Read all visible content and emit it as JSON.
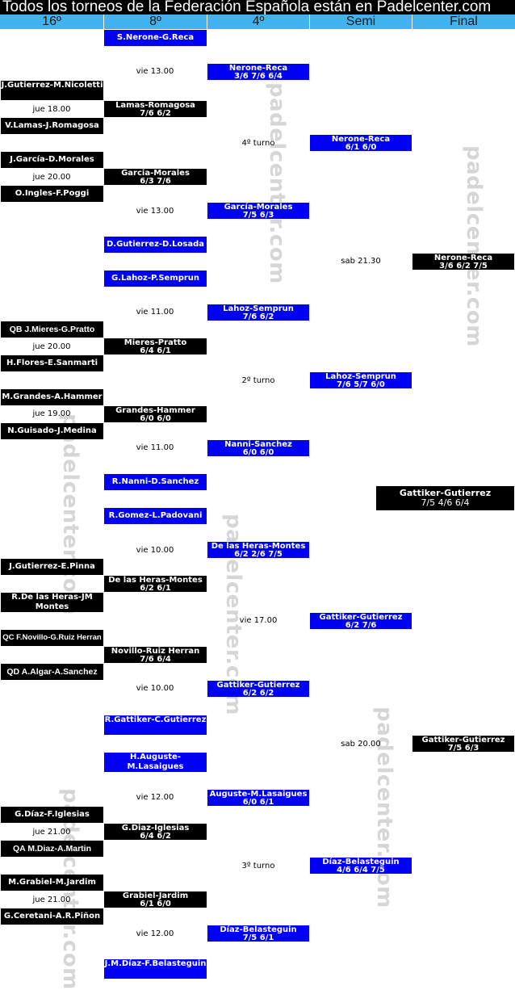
{
  "banner": {
    "text": "Todos los torneos de la Federación Española están en Padelcenter.com"
  },
  "columns": [
    "16º",
    "8º",
    "4º",
    "Semi",
    "Final"
  ],
  "watermark": "padelcenter.com",
  "colors": {
    "seeded_box": "#0000f4",
    "played_box": "#000000",
    "header_bg": "#41b3f0"
  },
  "bracket": {
    "round_of_16": {
      "teams": [
        "J.Gutierrez-M.Nicoletti",
        "V.Lamas-J.Romagosa",
        "J.García-D.Morales",
        "O.Ingles-F.Poggi",
        "QB J.Mieres-G.Pratto",
        "H.Flores-E.Sanmarti",
        "M.Grandes-A.Hammer",
        "N.Guisado-J.Medina",
        "J.Gutierrez-E.Pinna",
        "R.De las Heras-JM Montes",
        "QC F.Novillo-G.Ruiz Herran",
        "QD A.Algar-A.Sanchez",
        "G.Díaz-F.Iglesias",
        "QA M.Diaz-A.Martin",
        "M.Grabiel-M.Jardim",
        "G.Ceretani-A.R.Piñon"
      ],
      "times": [
        "jue 18.00",
        "jue 20.00",
        "jue 20.00",
        "jue 19.00",
        "jue 21.00",
        "jue 21.00"
      ]
    },
    "round_of_8": {
      "seeded_teams": [
        "S.Nerone-G.Reca",
        "D.Gutierrez-D.Losada",
        "G.Lahoz-P.Semprun",
        "R.Nanni-D.Sanchez",
        "R.Gomez-L.Padovani",
        "R.Gattiker-C.Gutierrez",
        "H.Auguste-M.Lasaigues",
        "J.M.Díaz-F.Belasteguin"
      ],
      "results": [
        {
          "name": "Lamas-Romagosa",
          "score": "7/6 6/2"
        },
        {
          "name": "Garcia-Morales",
          "score": "6/3 7/6"
        },
        {
          "name": "Mieres-Pratto",
          "score": "6/4 6/1"
        },
        {
          "name": "Grandes-Hammer",
          "score": "6/0 6/0"
        },
        {
          "name": "De las Heras-Montes",
          "score": "6/2 6/1"
        },
        {
          "name": "Novillo-Ruiz Herran",
          "score": "7/6 6/4"
        },
        {
          "name": "G.Diaz-Iglesias",
          "score": "6/4 6/2"
        },
        {
          "name": "Grabiel-Jardim",
          "score": "6/1 6/0"
        }
      ],
      "times": [
        "vie 13.00",
        "vie 13.00",
        "vie 11.00",
        "vie 11.00",
        "vie 10.00",
        "vie 10.00",
        "vie 12.00",
        "vie 12.00"
      ]
    },
    "quarterfinals": {
      "results": [
        {
          "name": "Nerone-Reca",
          "score": "3/6 7/6 6/4"
        },
        {
          "name": "García-Morales",
          "score": "7/5 6/3"
        },
        {
          "name": "Lahoz-Semprun",
          "score": "7/6 6/2"
        },
        {
          "name": "Nanni-Sanchez",
          "score": "6/0 6/0"
        },
        {
          "name": "De las Heras-Montes",
          "score": "6/2 2/6 7/5"
        },
        {
          "name": "Gattiker-Gutierrez",
          "score": "6/2 6/2"
        },
        {
          "name": "Auguste-M.Lasaigues",
          "score": "6/0 6/1"
        },
        {
          "name": "Díaz-Belasteguin",
          "score": "7/5 6/1"
        }
      ],
      "times": [
        "4º turno",
        "2º turno",
        "vie 17.00",
        "3º turno"
      ]
    },
    "semifinals": {
      "results": [
        {
          "name": "Nerone-Reca",
          "score": "6/1 6/0"
        },
        {
          "name": "Lahoz-Semprun",
          "score": "7/6 5/7 6/0"
        },
        {
          "name": "Gattiker-Gutierrez",
          "score": "6/2 7/6"
        },
        {
          "name": "Díaz-Belasteguin",
          "score": "4/6 6/4 7/5"
        }
      ],
      "times": [
        "sab 21.30",
        "sab 20.00"
      ]
    },
    "final": {
      "results": [
        {
          "name": "Nerone-Reca",
          "score": "3/6 6/2 7/5"
        },
        {
          "name": "Gattiker-Gutierrez",
          "score": "7/5 6/3"
        }
      ],
      "champion": {
        "name": "Gattiker-Gutierrez",
        "score": "7/5 4/6 6/4"
      }
    }
  }
}
